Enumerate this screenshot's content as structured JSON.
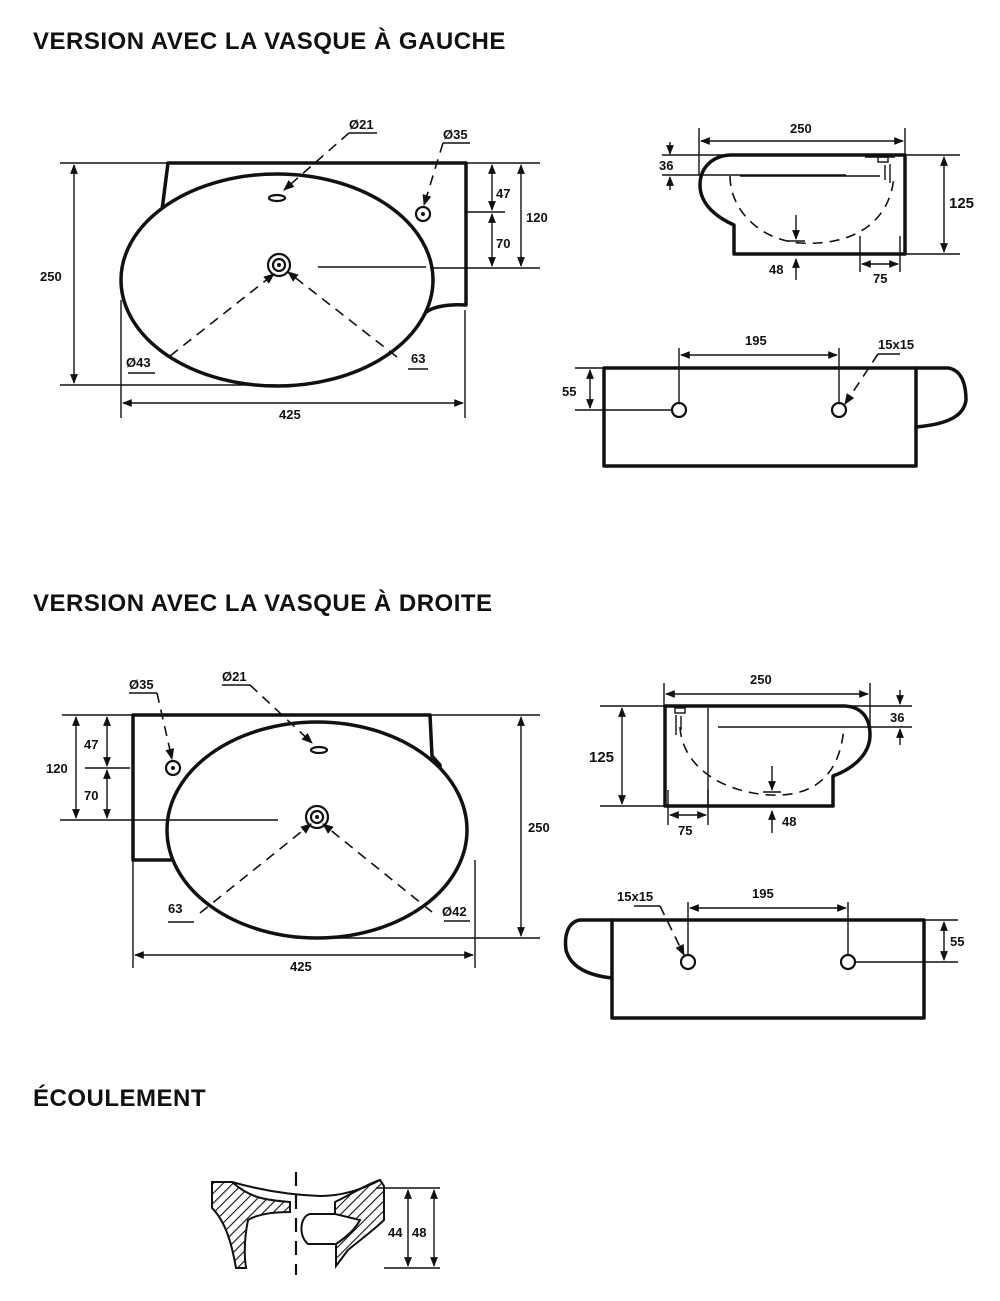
{
  "titles": {
    "left_version": "VERSION AVEC LA VASQUE À GAUCHE",
    "right_version": "VERSION AVEC LA VASQUE À DROITE",
    "drain": "ÉCOULEMENT"
  },
  "left_top": {
    "d_overflow": "Ø21",
    "d_tap": "Ø35",
    "height": "250",
    "width": "425",
    "tap_top": "47",
    "tap_bottom": "70",
    "tap_total": "120",
    "d_drain": "Ø43",
    "drain_r": "63"
  },
  "left_side": {
    "width": "250",
    "rim": "36",
    "height": "125",
    "drain": "48",
    "back": "75"
  },
  "left_back": {
    "spacing": "195",
    "hole": "15x15",
    "height": "55"
  },
  "right_top": {
    "d_tap": "Ø35",
    "d_overflow": "Ø21",
    "tap_top": "47",
    "tap_bottom": "70",
    "tap_total": "120",
    "height": "250",
    "width": "425",
    "drain_r": "63",
    "d_drain": "Ø42"
  },
  "right_side": {
    "width": "250",
    "rim": "36",
    "height": "125",
    "back": "75",
    "drain": "48"
  },
  "right_back": {
    "hole": "15x15",
    "spacing": "195",
    "height": "55"
  },
  "drain_section": {
    "inner": "44",
    "outer": "48"
  }
}
